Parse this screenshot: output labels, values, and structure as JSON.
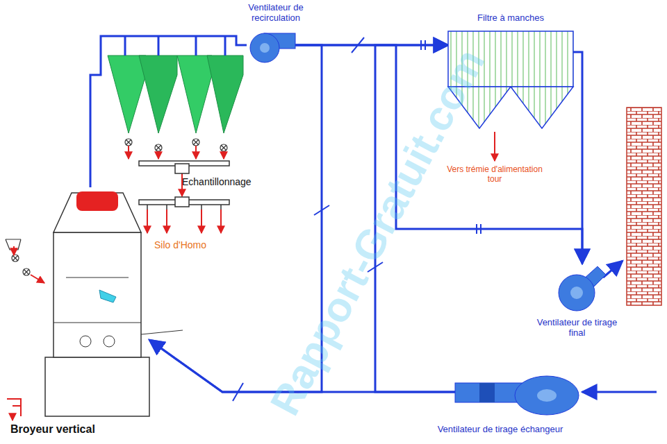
{
  "diagram": {
    "nodes": [
      {
        "text": [
          "Ventilateur de recirculation"
        ]
      },
      {
        "text": [
          "Filtre à manches"
        ]
      },
      {
        "text": [
          "Broyeur vertical"
        ]
      },
      {
        "text": [
          "Ventilateur de tirage final"
        ]
      },
      {
        "text": [
          "Ventilateur de tirage échangeur"
        ]
      }
    ],
    "edges": [
      {
        "from": 2,
        "to": 0,
        "arrow": "none"
      },
      {
        "from": 0,
        "to": 1,
        "arrow": "to"
      },
      {
        "from": 1,
        "to": 3,
        "arrow": "to"
      },
      {
        "from": 0,
        "to": 2,
        "arrow": "to"
      },
      {
        "from": 4,
        "to": 1,
        "arrow": "to"
      },
      {
        "from": 0,
        "to": 3,
        "arrow": "to"
      },
      {
        "from": 4,
        "to": 2,
        "arrow": "to"
      }
    ],
    "labels": [
      "Echantillonnage",
      "Vers trémie d'alimentation tour",
      "Silo d'Homo",
      "Rapport-Gratuit.com"
    ]
  }
}
